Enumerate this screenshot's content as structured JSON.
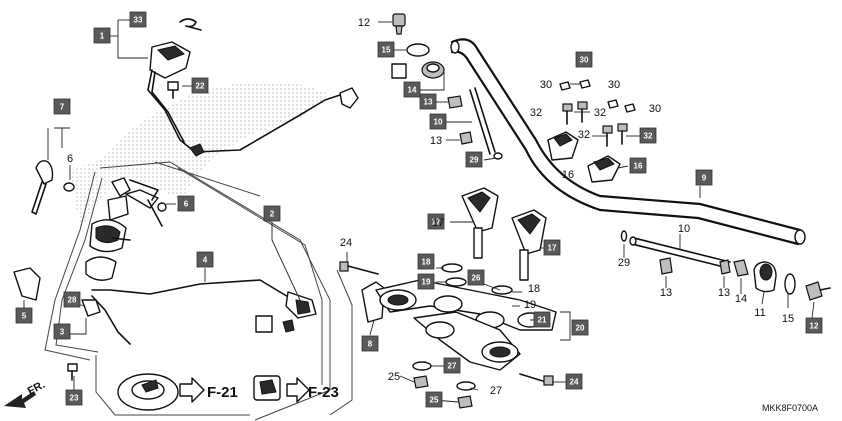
{
  "tags": [
    {
      "key": "t33",
      "label": "33"
    },
    {
      "key": "t1",
      "label": "1"
    },
    {
      "key": "t22",
      "label": "22"
    },
    {
      "key": "t7",
      "label": "7"
    },
    {
      "key": "t6b",
      "label": "6"
    },
    {
      "key": "t2",
      "label": "2"
    },
    {
      "key": "t4",
      "label": "4"
    },
    {
      "key": "t5",
      "label": "5"
    },
    {
      "key": "t28",
      "label": "28"
    },
    {
      "key": "t3",
      "label": "3"
    },
    {
      "key": "t23",
      "label": "23"
    },
    {
      "key": "t15",
      "label": "15"
    },
    {
      "key": "t14",
      "label": "14"
    },
    {
      "key": "t13",
      "label": "13"
    },
    {
      "key": "t10",
      "label": "10"
    },
    {
      "key": "t29",
      "label": "29"
    },
    {
      "key": "t30",
      "label": "30"
    },
    {
      "key": "t32",
      "label": "32"
    },
    {
      "key": "t16",
      "label": "16"
    },
    {
      "key": "t9",
      "label": "9"
    },
    {
      "key": "t17a",
      "label": "17"
    },
    {
      "key": "t17b",
      "label": "17"
    },
    {
      "key": "t18",
      "label": "18"
    },
    {
      "key": "t19",
      "label": "19"
    },
    {
      "key": "t26",
      "label": "26"
    },
    {
      "key": "t8",
      "label": "8"
    },
    {
      "key": "t21",
      "label": "21"
    },
    {
      "key": "t20",
      "label": "20"
    },
    {
      "key": "t27",
      "label": "27"
    },
    {
      "key": "t24",
      "label": "24"
    },
    {
      "key": "t25",
      "label": "25"
    },
    {
      "key": "t12",
      "label": "12"
    }
  ],
  "numbers": [
    {
      "key": "n12",
      "label": "12"
    },
    {
      "key": "n6",
      "label": "6"
    },
    {
      "key": "n13a",
      "label": "13"
    },
    {
      "key": "n30a",
      "label": "30"
    },
    {
      "key": "n30b",
      "label": "30"
    },
    {
      "key": "n30c",
      "label": "30"
    },
    {
      "key": "n32a",
      "label": "32"
    },
    {
      "key": "n32b",
      "label": "32"
    },
    {
      "key": "n32c",
      "label": "32"
    },
    {
      "key": "n16",
      "label": "16"
    },
    {
      "key": "n17",
      "label": "17"
    },
    {
      "key": "n24",
      "label": "24"
    },
    {
      "key": "n10",
      "label": "10"
    },
    {
      "key": "n29",
      "label": "29"
    },
    {
      "key": "n18",
      "label": "18"
    },
    {
      "key": "n19",
      "label": "19"
    },
    {
      "key": "n13b",
      "label": "13"
    },
    {
      "key": "n13c",
      "label": "13"
    },
    {
      "key": "n14",
      "label": "14"
    },
    {
      "key": "n11",
      "label": "11"
    },
    {
      "key": "n15",
      "label": "15"
    },
    {
      "key": "n25",
      "label": "25"
    },
    {
      "key": "n27",
      "label": "27"
    }
  ],
  "refs": {
    "f21": "F-21",
    "f23": "F-23"
  },
  "direction_label": "FR.",
  "diagram_code": "MKK8F0700A",
  "colors": {
    "tag_fill": "#5a5a5a",
    "tag_text": "#ffffff",
    "line": "#111111",
    "background": "#ffffff"
  }
}
